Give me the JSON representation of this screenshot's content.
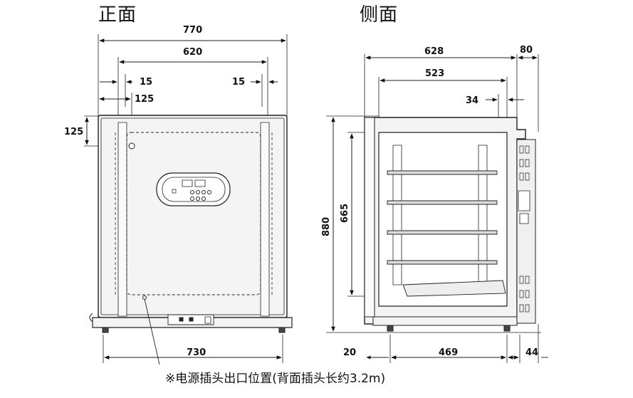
{
  "views": {
    "front_title": "正面",
    "side_title": "侧面"
  },
  "dimensions": {
    "front_width_outer": "770",
    "front_width_inner": "620",
    "front_margin_left": "15",
    "front_margin_right": "15",
    "front_offset_left": "125",
    "front_height_offset": "125",
    "front_base_width": "730",
    "side_depth": "628",
    "side_back": "80",
    "side_inner_depth": "523",
    "side_inset": "34",
    "side_height": "880",
    "side_inner_height": "665",
    "side_foot_front": "20",
    "side_foot_span": "469",
    "side_foot_back": "44"
  },
  "note": "※电源插头出口位置(背面插头长约3.2m)",
  "colors": {
    "line": "#222222",
    "panel": "#f2f2f2"
  }
}
